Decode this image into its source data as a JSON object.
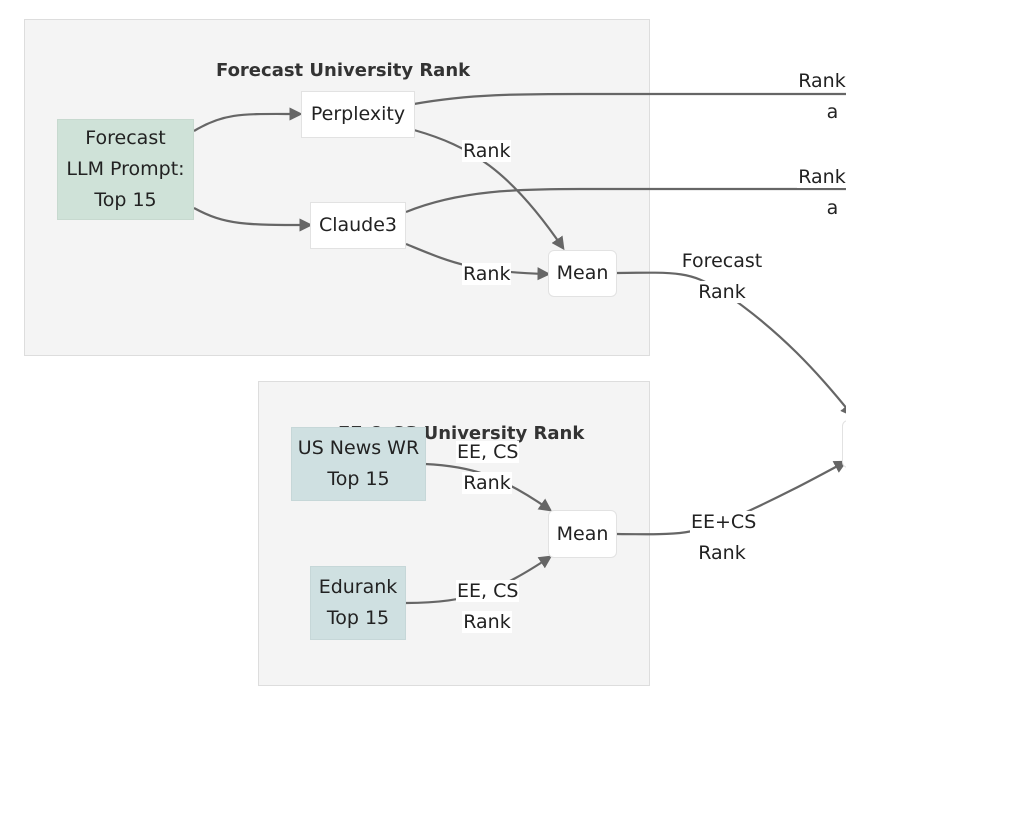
{
  "forecast_cluster": {
    "title": "Forecast University Rank"
  },
  "ee_cs_cluster": {
    "title": "EE & CS University Rank"
  },
  "nodes": {
    "forecast_prompt": "Forecast\nLLM Prompt:\nTop 15",
    "perplexity": "Perplexity",
    "claude3": "Claude3",
    "mean_forecast": "Mean",
    "us_news": "US News WR\nTop 15",
    "edurank": "Edurank\nTop 15",
    "mean_ee_cs": "Mean"
  },
  "edge_labels": {
    "perplexity_rank": "Rank",
    "claude3_rank": "Rank",
    "us_news_rank_line1": "EE, CS",
    "us_news_rank_line2": "Rank",
    "edurank_rank_line1": "EE, CS",
    "edurank_rank_line2": "Rank",
    "forecast_rank_line1": "Forecast",
    "forecast_rank_line2": "Rank",
    "ee_cs_rank_line1": "EE+CS",
    "ee_cs_rank_line2": "Rank",
    "perplexity_offscreen_line1": "Rank",
    "perplexity_offscreen_line2": "a",
    "claude3_offscreen_line1": "Rank",
    "claude3_offscreen_line2": "a"
  },
  "colors": {
    "panel_bg": "#f4f4f4",
    "forecast_prompt_fill": "#cfe2d8",
    "ranking_source_fill": "#cfe0e1",
    "edge": "#666666"
  }
}
